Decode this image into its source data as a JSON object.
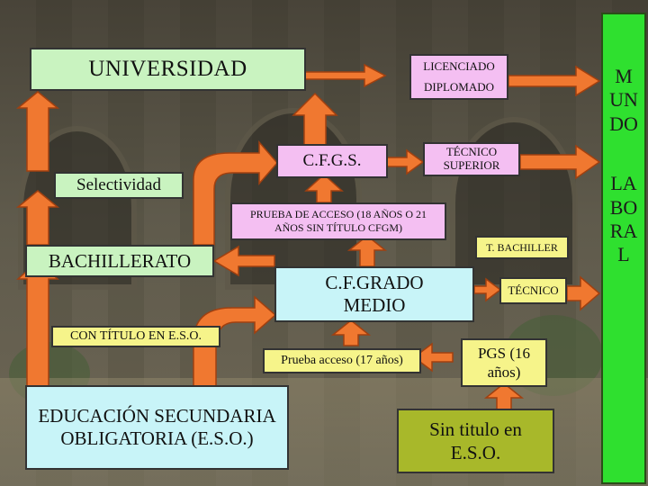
{
  "diagram": {
    "universidad": "UNIVERSIDAD",
    "licenciado": "LICENCIADO",
    "diplomado": "DIPLOMADO",
    "mundo_laboral_lines": [
      "M",
      "UN",
      "DO",
      "LA",
      "BO",
      "RA",
      "L"
    ],
    "cfgs": "C.F.G.S.",
    "tecnico_superior": "TÉCNICO SUPERIOR",
    "selectividad": "Selectividad",
    "prueba_acceso_cfgs": "PRUEBA DE ACCESO (18 AÑOS O 21 AÑOS SIN TÍTULO CFGM)",
    "bachillerato": "BACHILLERATO",
    "t_bachiller": "T. BACHILLER",
    "cf_grado_medio": "C.F.GRADO MEDIO",
    "tecnico": "TÉCNICO",
    "con_titulo_eso": "CON TÍTULO EN E.S.O.",
    "prueba_acceso_17": "Prueba acceso (17 años)",
    "pgs": "PGS (16 años)",
    "eso": "EDUCACIÓN SECUNDARIA OBLIGATORIA (E.S.O.)",
    "sin_titulo_eso": "Sin titulo en E.S.O."
  },
  "colors": {
    "arrow_orange": "#f07830",
    "arrow_stroke": "#a04010",
    "mundo_green": "#2fe02f"
  }
}
